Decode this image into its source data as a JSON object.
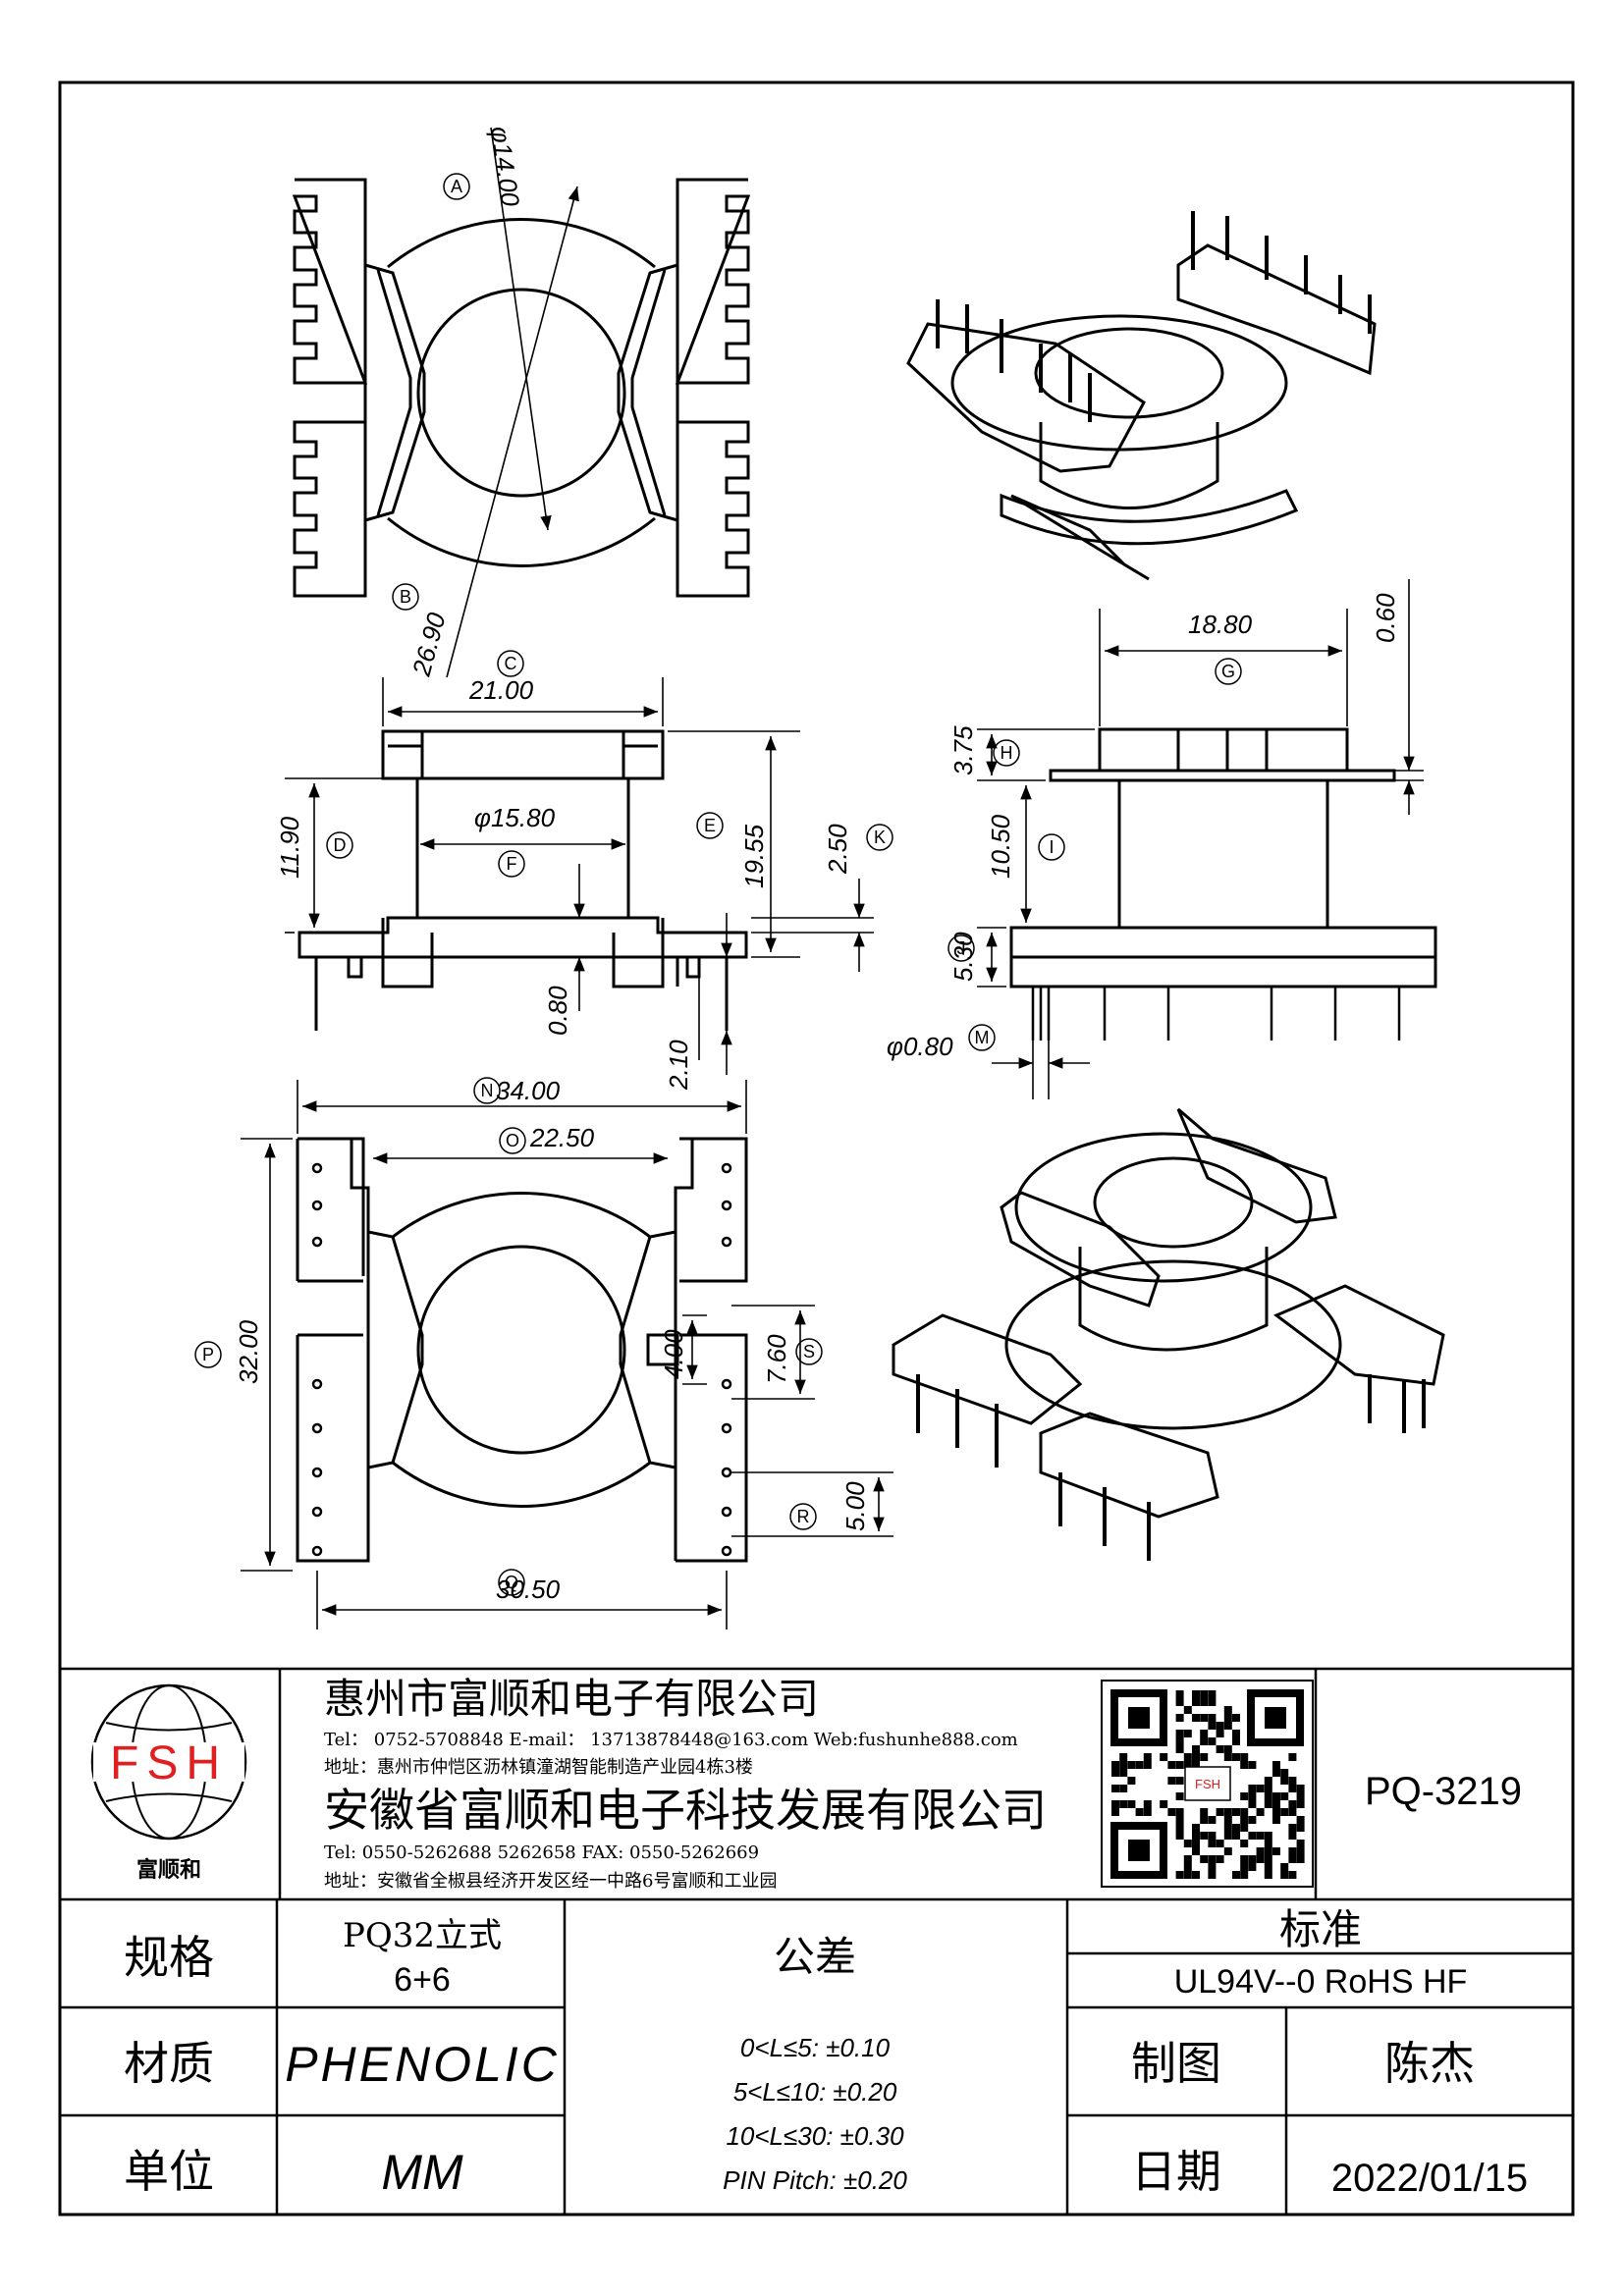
{
  "drawing": {
    "dims": {
      "A_phi14": "φ14.00",
      "B_26_90": "26.90",
      "C_21_00": "21.00",
      "D_11_90": "11.90",
      "E_19_55": "19.55",
      "F_phi15_80": "φ15.80",
      "K_2_50": "2.50",
      "L_0_80": "0.80",
      "L_2_10": "2.10",
      "G_18_80": "18.80",
      "G_0_60": "0.60",
      "H_3_75": "3.75",
      "I_10_50": "10.50",
      "J_5_30": "5.30",
      "M_phi0_80": "φ0.80",
      "N_34_00": "34.00",
      "O_22_50": "22.50",
      "P_32_00": "32.00",
      "S_4_00": "4.00",
      "S_7_60": "7.60",
      "R_5_00": "5.00",
      "Q_30_50": "30.50"
    },
    "circle_labels": [
      "A",
      "B",
      "C",
      "D",
      "E",
      "F",
      "G",
      "H",
      "I",
      "J",
      "K",
      "M",
      "N",
      "O",
      "P",
      "Q",
      "R",
      "S"
    ]
  },
  "title_block": {
    "logo_text": "FSH",
    "logo_caption": "富顺和",
    "company1": "惠州市富顺和电子有限公司",
    "contact1": "Tel： 0752-5708848   E-mail： 13713878448@163.com   Web:fushunhe888.com",
    "address1": "地址：惠州市仲恺区沥林镇潼湖智能制造产业园4栋3楼",
    "company2": "安徽省富顺和电子科技发展有限公司",
    "contact2": "Tel:   0550-5262688   5262658        FAX:  0550-5262669",
    "address2": "地址：安徽省全椒县经济开发区经一中路6号富顺和工业园",
    "qr_caption": "FSH",
    "part_no": "PQ-3219"
  },
  "spec_table": {
    "spec_label": "规格",
    "spec_value_line1": "PQ32立式",
    "spec_value_line2": "6+6",
    "material_label": "材质",
    "material_value": "PHENOLIC",
    "unit_label": "单位",
    "unit_value": "MM",
    "tolerance_label": "公差",
    "tolerance_lines": [
      "0<L≤5: ±0.10",
      "5<L≤10: ±0.20",
      "10<L≤30: ±0.30",
      "PIN Pitch: ±0.20"
    ],
    "standard_label": "标准",
    "standard_value": "UL94V--0  RoHS HF",
    "drawn_label": "制图",
    "drawn_value": "陈杰",
    "date_label": "日期",
    "date_value": "2022/01/15"
  }
}
